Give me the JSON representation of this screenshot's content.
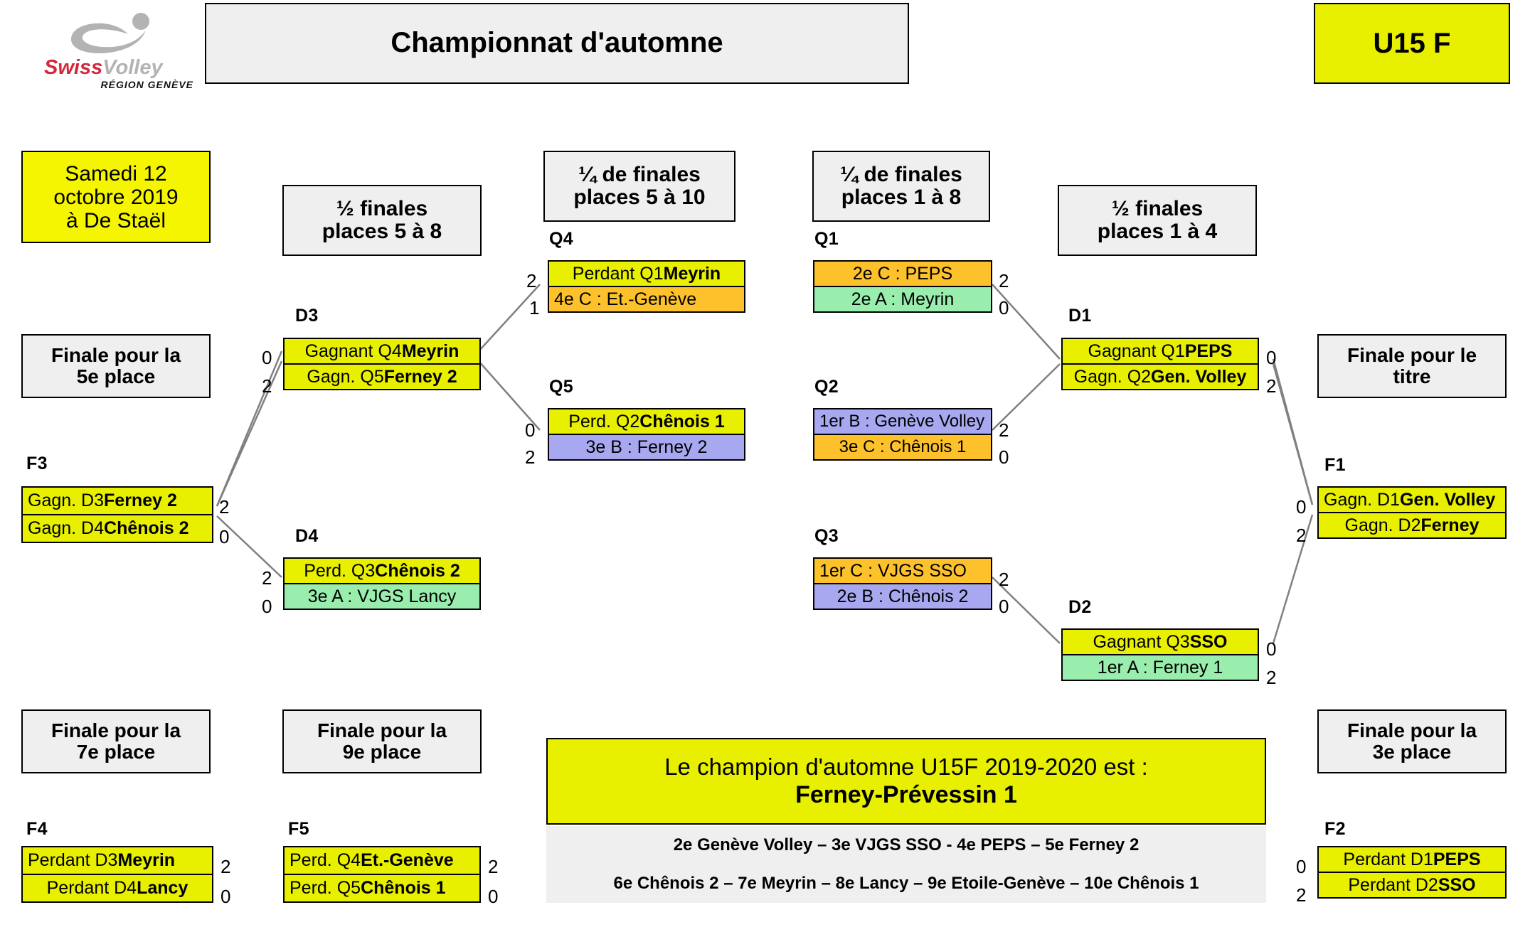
{
  "header": {
    "title": "Championnat d'automne",
    "category": "U15 F",
    "logo": {
      "swiss": "Swiss",
      "volley": "Volley",
      "region": "RÉGION GENÈVE"
    }
  },
  "date_box": {
    "line1": "Samedi 12",
    "line2": "octobre 2019",
    "line3": "à De Staël"
  },
  "section_labels": {
    "half_5_8": "½ finales\nplaces 5 à 8",
    "quarter_5_10": "¼ de finales\nplaces 5 à 10",
    "quarter_1_8": "¼ de finales\nplaces 1 à 8",
    "half_1_4": "½ finales\nplaces 1 à 4",
    "final_5th": "Finale pour la\n5e place",
    "final_title": "Finale pour le\ntitre",
    "final_7th": "Finale pour la\n7e place",
    "final_9th": "Finale pour la\n9e place",
    "final_3rd": "Finale pour la\n3e place"
  },
  "matches": {
    "Q4": {
      "code": "Q4",
      "rows": [
        {
          "text": "Perdant Q1 ",
          "bold": "Meyrin",
          "color": "c-yellow",
          "score": "2"
        },
        {
          "text": "4e C : Et.-Genève",
          "bold": "",
          "color": "c-orange",
          "score": "1"
        }
      ]
    },
    "Q5": {
      "code": "Q5",
      "rows": [
        {
          "text": "Perd. Q2 ",
          "bold": "Chênois 1",
          "color": "c-yellow",
          "score": "0"
        },
        {
          "text": "3e B : Ferney 2",
          "bold": "",
          "color": "c-blue",
          "score": "2"
        }
      ]
    },
    "Q1": {
      "code": "Q1",
      "rows": [
        {
          "text": "2e C : PEPS",
          "bold": "",
          "color": "c-orange",
          "score": "2"
        },
        {
          "text": "2e A : Meyrin",
          "bold": "",
          "color": "c-green",
          "score": "0"
        }
      ]
    },
    "Q2": {
      "code": "Q2",
      "rows": [
        {
          "text": "1er B : Genève Volley",
          "bold": "",
          "color": "c-blue",
          "score": "2"
        },
        {
          "text": "3e C : Chênois 1",
          "bold": "",
          "color": "c-orange",
          "score": "0"
        }
      ]
    },
    "Q3": {
      "code": "Q3",
      "rows": [
        {
          "text": "1er C : VJGS SSO",
          "bold": "",
          "color": "c-orange",
          "score": "2"
        },
        {
          "text": "2e B : Chênois 2",
          "bold": "",
          "color": "c-blue",
          "score": "0"
        }
      ]
    },
    "D3": {
      "code": "D3",
      "rows": [
        {
          "text": "Gagnant Q4 ",
          "bold": "Meyrin",
          "color": "c-yellow",
          "score": "0"
        },
        {
          "text": "Gagn. Q5 ",
          "bold": "Ferney 2",
          "color": "c-yellow",
          "score": "2"
        }
      ]
    },
    "D4": {
      "code": "D4",
      "rows": [
        {
          "text": "Perd. Q3 ",
          "bold": "Chênois 2",
          "color": "c-yellow",
          "score": "2"
        },
        {
          "text": "3e A : VJGS Lancy",
          "bold": "",
          "color": "c-green",
          "score": "0"
        }
      ]
    },
    "D1": {
      "code": "D1",
      "rows": [
        {
          "text": "Gagnant Q1 ",
          "bold": "PEPS",
          "color": "c-yellow",
          "score": "0"
        },
        {
          "text": "Gagn. Q2 ",
          "bold": "Gen. Volley",
          "color": "c-yellow",
          "score": "2"
        }
      ]
    },
    "D2": {
      "code": "D2",
      "rows": [
        {
          "text": "Gagnant Q3 ",
          "bold": "SSO",
          "color": "c-yellow",
          "score": "0"
        },
        {
          "text": "1er A : Ferney 1",
          "bold": "",
          "color": "c-green",
          "score": "2"
        }
      ]
    },
    "F1": {
      "code": "F1",
      "rows": [
        {
          "text": "Gagn. D1 ",
          "bold": "Gen. Volley",
          "color": "c-yellow",
          "score": "0"
        },
        {
          "text": "Gagn. D2 ",
          "bold": "Ferney",
          "color": "c-yellow",
          "score": "2"
        }
      ]
    },
    "F2": {
      "code": "F2",
      "rows": [
        {
          "text": "Perdant D1 ",
          "bold": "PEPS",
          "color": "c-yellow",
          "score": "0"
        },
        {
          "text": "Perdant D2 ",
          "bold": "SSO",
          "color": "c-yellow",
          "score": "2"
        }
      ]
    },
    "F3": {
      "code": "F3",
      "rows": [
        {
          "text": "Gagn. D3 ",
          "bold": "Ferney 2",
          "color": "c-yellow",
          "score": "2"
        },
        {
          "text": "Gagn. D4 ",
          "bold": "Chênois 2",
          "color": "c-yellow",
          "score": "0"
        }
      ]
    },
    "F4": {
      "code": "F4",
      "rows": [
        {
          "text": "Perdant D3 ",
          "bold": "Meyrin",
          "color": "c-yellow",
          "score": "2"
        },
        {
          "text": "Perdant D4 ",
          "bold": "Lancy",
          "color": "c-yellow",
          "score": "0"
        }
      ]
    },
    "F5": {
      "code": "F5",
      "rows": [
        {
          "text": "Perd. Q4 ",
          "bold": "Et.-Genève",
          "color": "c-yellow",
          "score": "2"
        },
        {
          "text": "Perd. Q5 ",
          "bold": "Chênois 1",
          "color": "c-yellow",
          "score": "0"
        }
      ]
    }
  },
  "champion": {
    "line1": "Le champion d'automne U15F 2019-2020 est :",
    "line2": "Ferney-Prévessin 1"
  },
  "ranking": {
    "line1": "2e Genève Volley – 3e VJGS SSO - 4e PEPS – 5e Ferney 2",
    "line2": "6e Chênois 2 – 7e Meyrin – 8e Lancy – 9e Etoile-Genève – 10e Chênois 1"
  },
  "colors": {
    "yellow": "#e8f000",
    "orange": "#fcc12b",
    "green": "#99eeae",
    "blue": "#a8a8f0",
    "grey": "#efefef",
    "logo_red": "#d3283c"
  }
}
